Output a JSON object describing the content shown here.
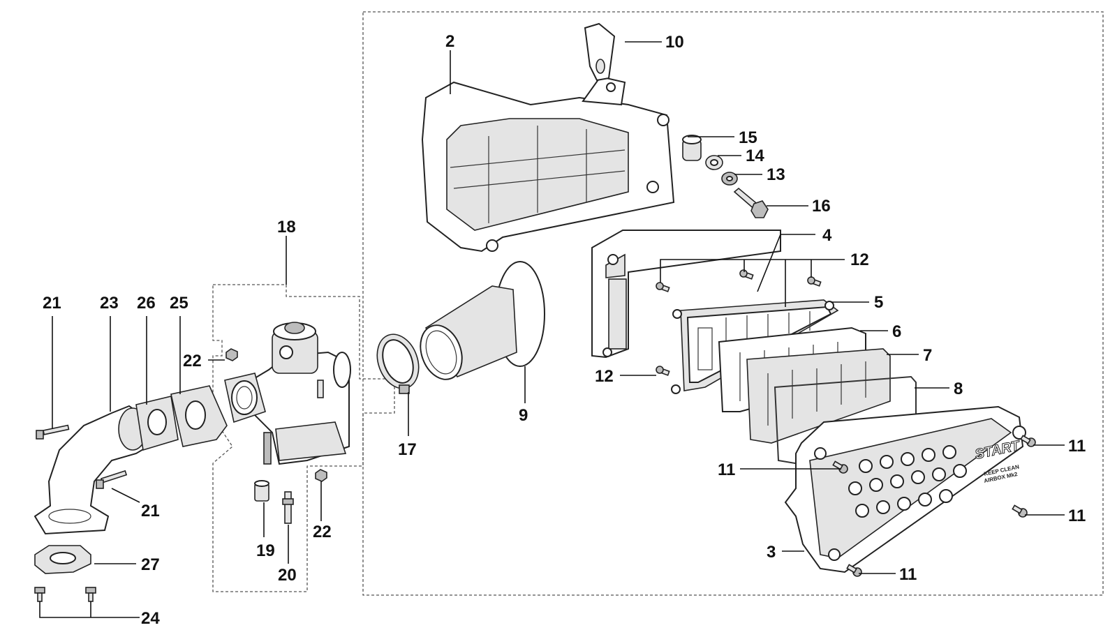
{
  "diagram": {
    "callouts": [
      {
        "id": "2",
        "text": "2"
      },
      {
        "id": "10",
        "text": "10"
      },
      {
        "id": "15",
        "text": "15"
      },
      {
        "id": "14",
        "text": "14"
      },
      {
        "id": "13",
        "text": "13"
      },
      {
        "id": "16",
        "text": "16"
      },
      {
        "id": "4",
        "text": "4"
      },
      {
        "id": "12a",
        "text": "12"
      },
      {
        "id": "5",
        "text": "5"
      },
      {
        "id": "6",
        "text": "6"
      },
      {
        "id": "7",
        "text": "7"
      },
      {
        "id": "8",
        "text": "8"
      },
      {
        "id": "12b",
        "text": "12"
      },
      {
        "id": "9",
        "text": "9"
      },
      {
        "id": "17",
        "text": "17"
      },
      {
        "id": "11a",
        "text": "11"
      },
      {
        "id": "11b",
        "text": "11"
      },
      {
        "id": "11c",
        "text": "11"
      },
      {
        "id": "11d",
        "text": "11"
      },
      {
        "id": "3",
        "text": "3"
      },
      {
        "id": "18",
        "text": "18"
      },
      {
        "id": "21a",
        "text": "21"
      },
      {
        "id": "23",
        "text": "23"
      },
      {
        "id": "26",
        "text": "26"
      },
      {
        "id": "25",
        "text": "25"
      },
      {
        "id": "22a",
        "text": "22"
      },
      {
        "id": "21b",
        "text": "21"
      },
      {
        "id": "27",
        "text": "27"
      },
      {
        "id": "24",
        "text": "24"
      },
      {
        "id": "19",
        "text": "19"
      },
      {
        "id": "20",
        "text": "20"
      },
      {
        "id": "22b",
        "text": "22"
      }
    ],
    "cover_logo": "START",
    "cover_text_line1": "KEEP CLEAN",
    "cover_text_line2": "AIRBOX Mk2"
  }
}
